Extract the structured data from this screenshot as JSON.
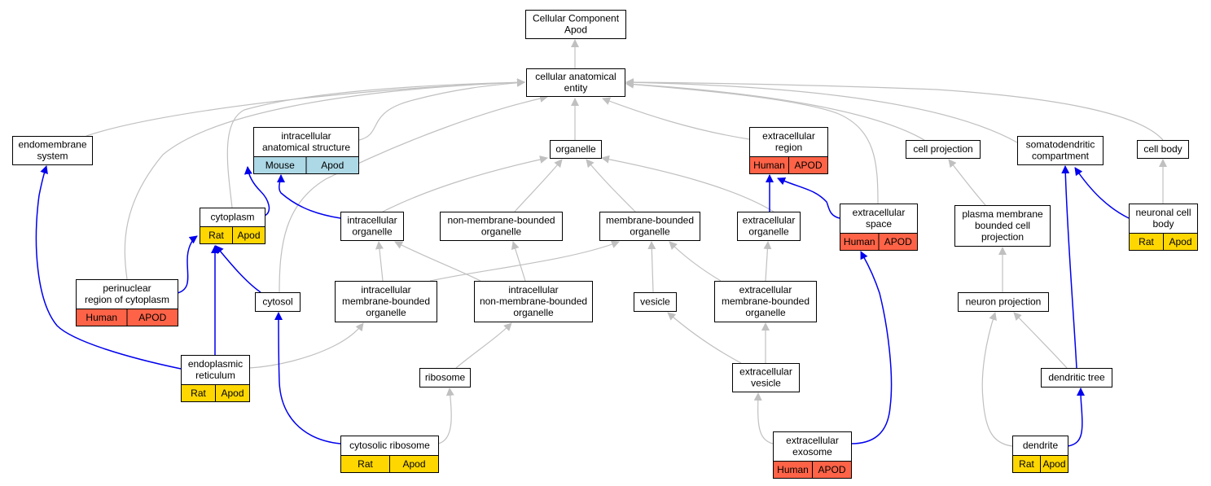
{
  "colors": {
    "rat": "#ffd700",
    "mouse": "#add8e6",
    "human": "#ff6347",
    "isa_edge": "#c0c0c0",
    "partof_edge": "#0000ee"
  },
  "nodes": {
    "cellular_component": {
      "lines": [
        "Cellular Component",
        "Apod"
      ]
    },
    "cellular_anatomical_entity": {
      "lines": [
        "cellular anatomical",
        "entity"
      ]
    },
    "endomembrane_system": {
      "lines": [
        "endomembrane",
        "system"
      ]
    },
    "intracellular_anatomical_structure": {
      "lines": [
        "intracellular",
        "anatomical structure"
      ],
      "badges": [
        {
          "text": "Mouse",
          "species": "mouse"
        },
        {
          "text": "Apod",
          "species": "mouse"
        }
      ]
    },
    "organelle": {
      "lines": [
        "organelle"
      ]
    },
    "extracellular_region": {
      "lines": [
        "extracellular",
        "region"
      ],
      "badges": [
        {
          "text": "Human",
          "species": "human"
        },
        {
          "text": "APOD",
          "species": "human"
        }
      ]
    },
    "cell_projection": {
      "lines": [
        "cell projection"
      ]
    },
    "somatodendritic_compartment": {
      "lines": [
        "somatodendritic",
        "compartment"
      ]
    },
    "cell_body": {
      "lines": [
        "cell body"
      ]
    },
    "cytoplasm": {
      "lines": [
        "cytoplasm"
      ],
      "badges": [
        {
          "text": "Rat",
          "species": "rat"
        },
        {
          "text": "Apod",
          "species": "rat"
        }
      ]
    },
    "intracellular_organelle": {
      "lines": [
        "intracellular",
        "organelle"
      ]
    },
    "non_membrane_bounded_organelle": {
      "lines": [
        "non-membrane-bounded",
        "organelle"
      ]
    },
    "membrane_bounded_organelle": {
      "lines": [
        "membrane-bounded",
        "organelle"
      ]
    },
    "extracellular_organelle": {
      "lines": [
        "extracellular",
        "organelle"
      ]
    },
    "extracellular_space": {
      "lines": [
        "extracellular",
        "space"
      ],
      "badges": [
        {
          "text": "Human",
          "species": "human"
        },
        {
          "text": "APOD",
          "species": "human"
        }
      ]
    },
    "plasma_membrane_bounded_cell_projection": {
      "lines": [
        "plasma membrane",
        "bounded cell",
        "projection"
      ]
    },
    "neuronal_cell_body": {
      "lines": [
        "neuronal cell",
        "body"
      ],
      "badges": [
        {
          "text": "Rat",
          "species": "rat"
        },
        {
          "text": "Apod",
          "species": "rat"
        }
      ]
    },
    "perinuclear_region": {
      "lines": [
        "perinuclear",
        "region of cytoplasm"
      ],
      "badges": [
        {
          "text": "Human",
          "species": "human"
        },
        {
          "text": "APOD",
          "species": "human"
        }
      ]
    },
    "cytosol": {
      "lines": [
        "cytosol"
      ]
    },
    "intracellular_membrane_bounded_organelle": {
      "lines": [
        "intracellular",
        "membrane-bounded",
        "organelle"
      ]
    },
    "intracellular_non_membrane_bounded_organelle": {
      "lines": [
        "intracellular",
        "non-membrane-bounded",
        "organelle"
      ]
    },
    "vesicle": {
      "lines": [
        "vesicle"
      ]
    },
    "extracellular_membrane_bounded_organelle": {
      "lines": [
        "extracellular",
        "membrane-bounded",
        "organelle"
      ]
    },
    "neuron_projection": {
      "lines": [
        "neuron projection"
      ]
    },
    "endoplasmic_reticulum": {
      "lines": [
        "endoplasmic",
        "reticulum"
      ],
      "badges": [
        {
          "text": "Rat",
          "species": "rat"
        },
        {
          "text": "Apod",
          "species": "rat"
        }
      ]
    },
    "ribosome": {
      "lines": [
        "ribosome"
      ]
    },
    "extracellular_vesicle": {
      "lines": [
        "extracellular",
        "vesicle"
      ]
    },
    "dendritic_tree": {
      "lines": [
        "dendritic tree"
      ]
    },
    "cytosolic_ribosome": {
      "lines": [
        "cytosolic ribosome"
      ],
      "badges": [
        {
          "text": "Rat",
          "species": "rat"
        },
        {
          "text": "Apod",
          "species": "rat"
        }
      ]
    },
    "extracellular_exosome": {
      "lines": [
        "extracellular",
        "exosome"
      ],
      "badges": [
        {
          "text": "Human",
          "species": "human"
        },
        {
          "text": "APOD",
          "species": "human"
        }
      ]
    },
    "dendrite": {
      "lines": [
        "dendrite"
      ],
      "badges": [
        {
          "text": "Rat",
          "species": "rat"
        },
        {
          "text": "Apod",
          "species": "rat"
        }
      ]
    }
  },
  "edges": [
    {
      "from": "cellular_anatomical_entity",
      "to": "cellular_component",
      "kind": "is_a"
    },
    {
      "from": "endomembrane_system",
      "to": "cellular_anatomical_entity",
      "kind": "is_a"
    },
    {
      "from": "intracellular_anatomical_structure",
      "to": "cellular_anatomical_entity",
      "kind": "is_a"
    },
    {
      "from": "cytoplasm",
      "to": "cellular_anatomical_entity",
      "kind": "is_a"
    },
    {
      "from": "perinuclear_region",
      "to": "cellular_anatomical_entity",
      "kind": "is_a"
    },
    {
      "from": "cytosol",
      "to": "cellular_anatomical_entity",
      "kind": "is_a"
    },
    {
      "from": "organelle",
      "to": "cellular_anatomical_entity",
      "kind": "is_a"
    },
    {
      "from": "extracellular_region",
      "to": "cellular_anatomical_entity",
      "kind": "is_a"
    },
    {
      "from": "extracellular_space",
      "to": "cellular_anatomical_entity",
      "kind": "is_a"
    },
    {
      "from": "cell_projection",
      "to": "cellular_anatomical_entity",
      "kind": "is_a"
    },
    {
      "from": "somatodendritic_compartment",
      "to": "cellular_anatomical_entity",
      "kind": "is_a"
    },
    {
      "from": "cell_body",
      "to": "cellular_anatomical_entity",
      "kind": "is_a"
    },
    {
      "from": "cytoplasm",
      "to": "intracellular_anatomical_structure",
      "kind": "part_of"
    },
    {
      "from": "intracellular_organelle",
      "to": "intracellular_anatomical_structure",
      "kind": "part_of"
    },
    {
      "from": "perinuclear_region",
      "to": "cytoplasm",
      "kind": "part_of"
    },
    {
      "from": "cytosol",
      "to": "cytoplasm",
      "kind": "part_of"
    },
    {
      "from": "endoplasmic_reticulum",
      "to": "cytoplasm",
      "kind": "part_of"
    },
    {
      "from": "endoplasmic_reticulum",
      "to": "endomembrane_system",
      "kind": "part_of"
    },
    {
      "from": "intracellular_organelle",
      "to": "organelle",
      "kind": "is_a"
    },
    {
      "from": "non_membrane_bounded_organelle",
      "to": "organelle",
      "kind": "is_a"
    },
    {
      "from": "membrane_bounded_organelle",
      "to": "organelle",
      "kind": "is_a"
    },
    {
      "from": "extracellular_organelle",
      "to": "organelle",
      "kind": "is_a"
    },
    {
      "from": "extracellular_organelle",
      "to": "extracellular_region",
      "kind": "part_of"
    },
    {
      "from": "extracellular_space",
      "to": "extracellular_region",
      "kind": "part_of"
    },
    {
      "from": "intracellular_membrane_bounded_organelle",
      "to": "intracellular_organelle",
      "kind": "is_a"
    },
    {
      "from": "intracellular_membrane_bounded_organelle",
      "to": "membrane_bounded_organelle",
      "kind": "is_a"
    },
    {
      "from": "intracellular_non_membrane_bounded_organelle",
      "to": "intracellular_organelle",
      "kind": "is_a"
    },
    {
      "from": "intracellular_non_membrane_bounded_organelle",
      "to": "non_membrane_bounded_organelle",
      "kind": "is_a"
    },
    {
      "from": "vesicle",
      "to": "membrane_bounded_organelle",
      "kind": "is_a"
    },
    {
      "from": "extracellular_membrane_bounded_organelle",
      "to": "membrane_bounded_organelle",
      "kind": "is_a"
    },
    {
      "from": "extracellular_membrane_bounded_organelle",
      "to": "extracellular_organelle",
      "kind": "is_a"
    },
    {
      "from": "endoplasmic_reticulum",
      "to": "intracellular_membrane_bounded_organelle",
      "kind": "is_a"
    },
    {
      "from": "ribosome",
      "to": "intracellular_non_membrane_bounded_organelle",
      "kind": "is_a"
    },
    {
      "from": "extracellular_vesicle",
      "to": "vesicle",
      "kind": "is_a"
    },
    {
      "from": "extracellular_vesicle",
      "to": "extracellular_membrane_bounded_organelle",
      "kind": "is_a"
    },
    {
      "from": "cytosolic_ribosome",
      "to": "ribosome",
      "kind": "is_a"
    },
    {
      "from": "cytosolic_ribosome",
      "to": "cytosol",
      "kind": "part_of"
    },
    {
      "from": "extracellular_exosome",
      "to": "extracellular_vesicle",
      "kind": "is_a"
    },
    {
      "from": "extracellular_exosome",
      "to": "extracellular_space",
      "kind": "part_of"
    },
    {
      "from": "plasma_membrane_bounded_cell_projection",
      "to": "cell_projection",
      "kind": "is_a"
    },
    {
      "from": "neuron_projection",
      "to": "plasma_membrane_bounded_cell_projection",
      "kind": "is_a"
    },
    {
      "from": "dendritic_tree",
      "to": "neuron_projection",
      "kind": "is_a"
    },
    {
      "from": "dendritic_tree",
      "to": "somatodendritic_compartment",
      "kind": "part_of"
    },
    {
      "from": "dendrite",
      "to": "neuron_projection",
      "kind": "is_a"
    },
    {
      "from": "dendrite",
      "to": "dendritic_tree",
      "kind": "part_of"
    },
    {
      "from": "neuronal_cell_body",
      "to": "cell_body",
      "kind": "is_a"
    },
    {
      "from": "neuronal_cell_body",
      "to": "somatodendritic_compartment",
      "kind": "part_of"
    }
  ]
}
